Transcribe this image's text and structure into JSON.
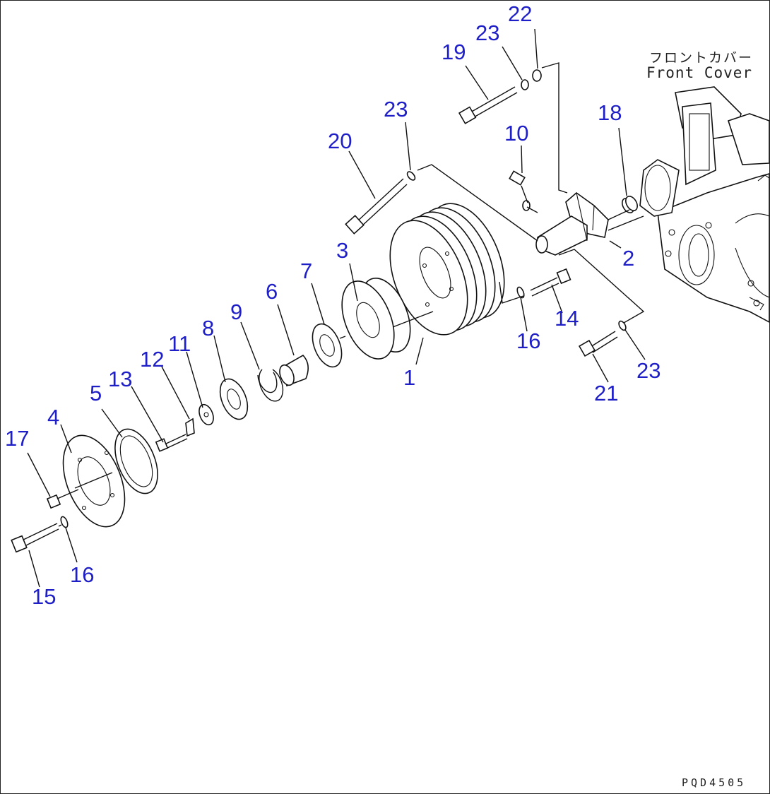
{
  "cover_label_jp": "フロントカバー",
  "cover_label_en": "Front Cover",
  "drawing_code": "PQD4505",
  "callouts": {
    "n1": "1",
    "n2": "2",
    "n3": "3",
    "n4": "4",
    "n5": "5",
    "n6": "6",
    "n7": "7",
    "n8": "8",
    "n9": "9",
    "n10": "10",
    "n11": "11",
    "n12": "12",
    "n13": "13",
    "n14": "14",
    "n15": "15",
    "n16a": "16",
    "n16b": "16",
    "n17": "17",
    "n18": "18",
    "n19": "19",
    "n20": "20",
    "n21": "21",
    "n22": "22",
    "n23a": "23",
    "n23b": "23",
    "n23c": "23"
  },
  "colors": {
    "callout": "#1f1fc8",
    "line": "#111111"
  }
}
